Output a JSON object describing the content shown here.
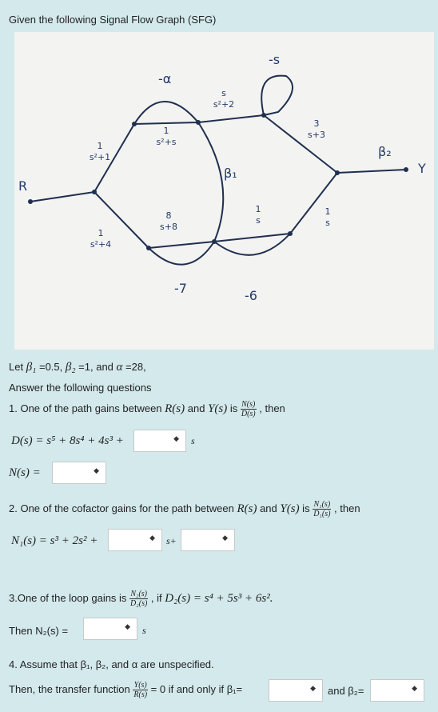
{
  "header": {
    "title": "Given the following Signal Flow Graph (SFG)"
  },
  "graph": {
    "labels": {
      "input": "R",
      "output": "Y",
      "neg_alpha": "-α",
      "beta1": "β₁",
      "beta2": "β₂",
      "neg_s": "-s",
      "neg7": "-7",
      "neg6": "-6",
      "g_up_num": "1",
      "g_up_den": "s²+1",
      "g_down_num": "1",
      "g_down_den": "s²+4",
      "g_top_num": "1",
      "g_top_den": "s²+s",
      "g_top2_num": "s",
      "g_top2_den": "s²+2",
      "g_mid_num": "8",
      "g_mid_den": "s+8",
      "g_right_num": "1",
      "g_right_den": "s",
      "g_diag_num": "3",
      "g_diag_den": "s+3",
      "g_low_num": "1",
      "g_low_den": "s"
    }
  },
  "given": {
    "text_prefix": "Let ",
    "b1": "β₁",
    "b1v": " =0.5, ",
    "b2": "β₂",
    "b2v": " =1, and ",
    "alpha": "α",
    "alphav": " =28,"
  },
  "intro": "Answer the following questions",
  "q1": {
    "prefix": "1. One of the path gains between ",
    "R": "R(s)",
    "and": " and ",
    "Y": "Y(s)",
    "is": " is ",
    "frac_num": "N(s)",
    "frac_den": "D(s)",
    "then": " , then",
    "D_lhs": "D(s) = s⁵ + 8s⁴ + 4s³ +",
    "D_suffix": "s",
    "N_lhs": "N(s) ="
  },
  "q2": {
    "prefix": "2. One of the cofactor gains for the path between ",
    "R": "R(s)",
    "and": " and ",
    "Y": "Y(s)",
    "is": " is ",
    "frac_num": "N₁(s)",
    "frac_den": "D₁(s)",
    "then": " , then",
    "N1_lhs": "N₁(s) = s³ + 2s² +",
    "mid": "s+"
  },
  "q3": {
    "prefix": "3.One of the loop gains is ",
    "frac_num": "N₂(s)",
    "frac_den": "D₂(s)",
    "cond_pre": " , if ",
    "cond": "D₂(s) = s⁴ + 5s³ + 6s².",
    "then_lhs": "Then N₂(s) =",
    "suffix": "s"
  },
  "q4": {
    "line1": "4.  Assume that β₁, β₂, and α are unspecified.",
    "line2_prefix": "Then, the transfer function ",
    "frac_num": "Y(s)",
    "frac_den": "R(s)",
    "line2_mid": " = 0 if and only if β₁=",
    "and": "and β₂="
  },
  "dropdown_arrow": "◆"
}
